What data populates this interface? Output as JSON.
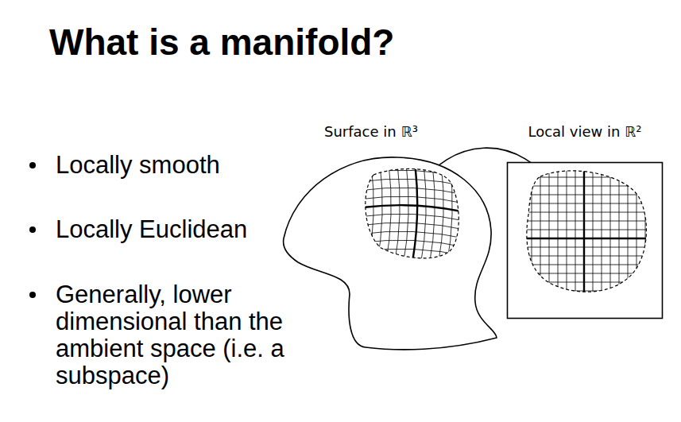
{
  "diagram": {
    "title": "What is a manifold?",
    "nodes": [
      {
        "text": [
          "Surface in ℝ³"
        ]
      },
      {
        "text": [
          "Local view in ℝ²"
        ]
      }
    ],
    "edges": [
      {
        "from": 0,
        "to": 1,
        "arrow": "to"
      }
    ],
    "labels": [
      "Locally smooth",
      "Locally Euclidean",
      "Generally, lower dimensional than the ambient space (i.e. a subspace)"
    ]
  }
}
